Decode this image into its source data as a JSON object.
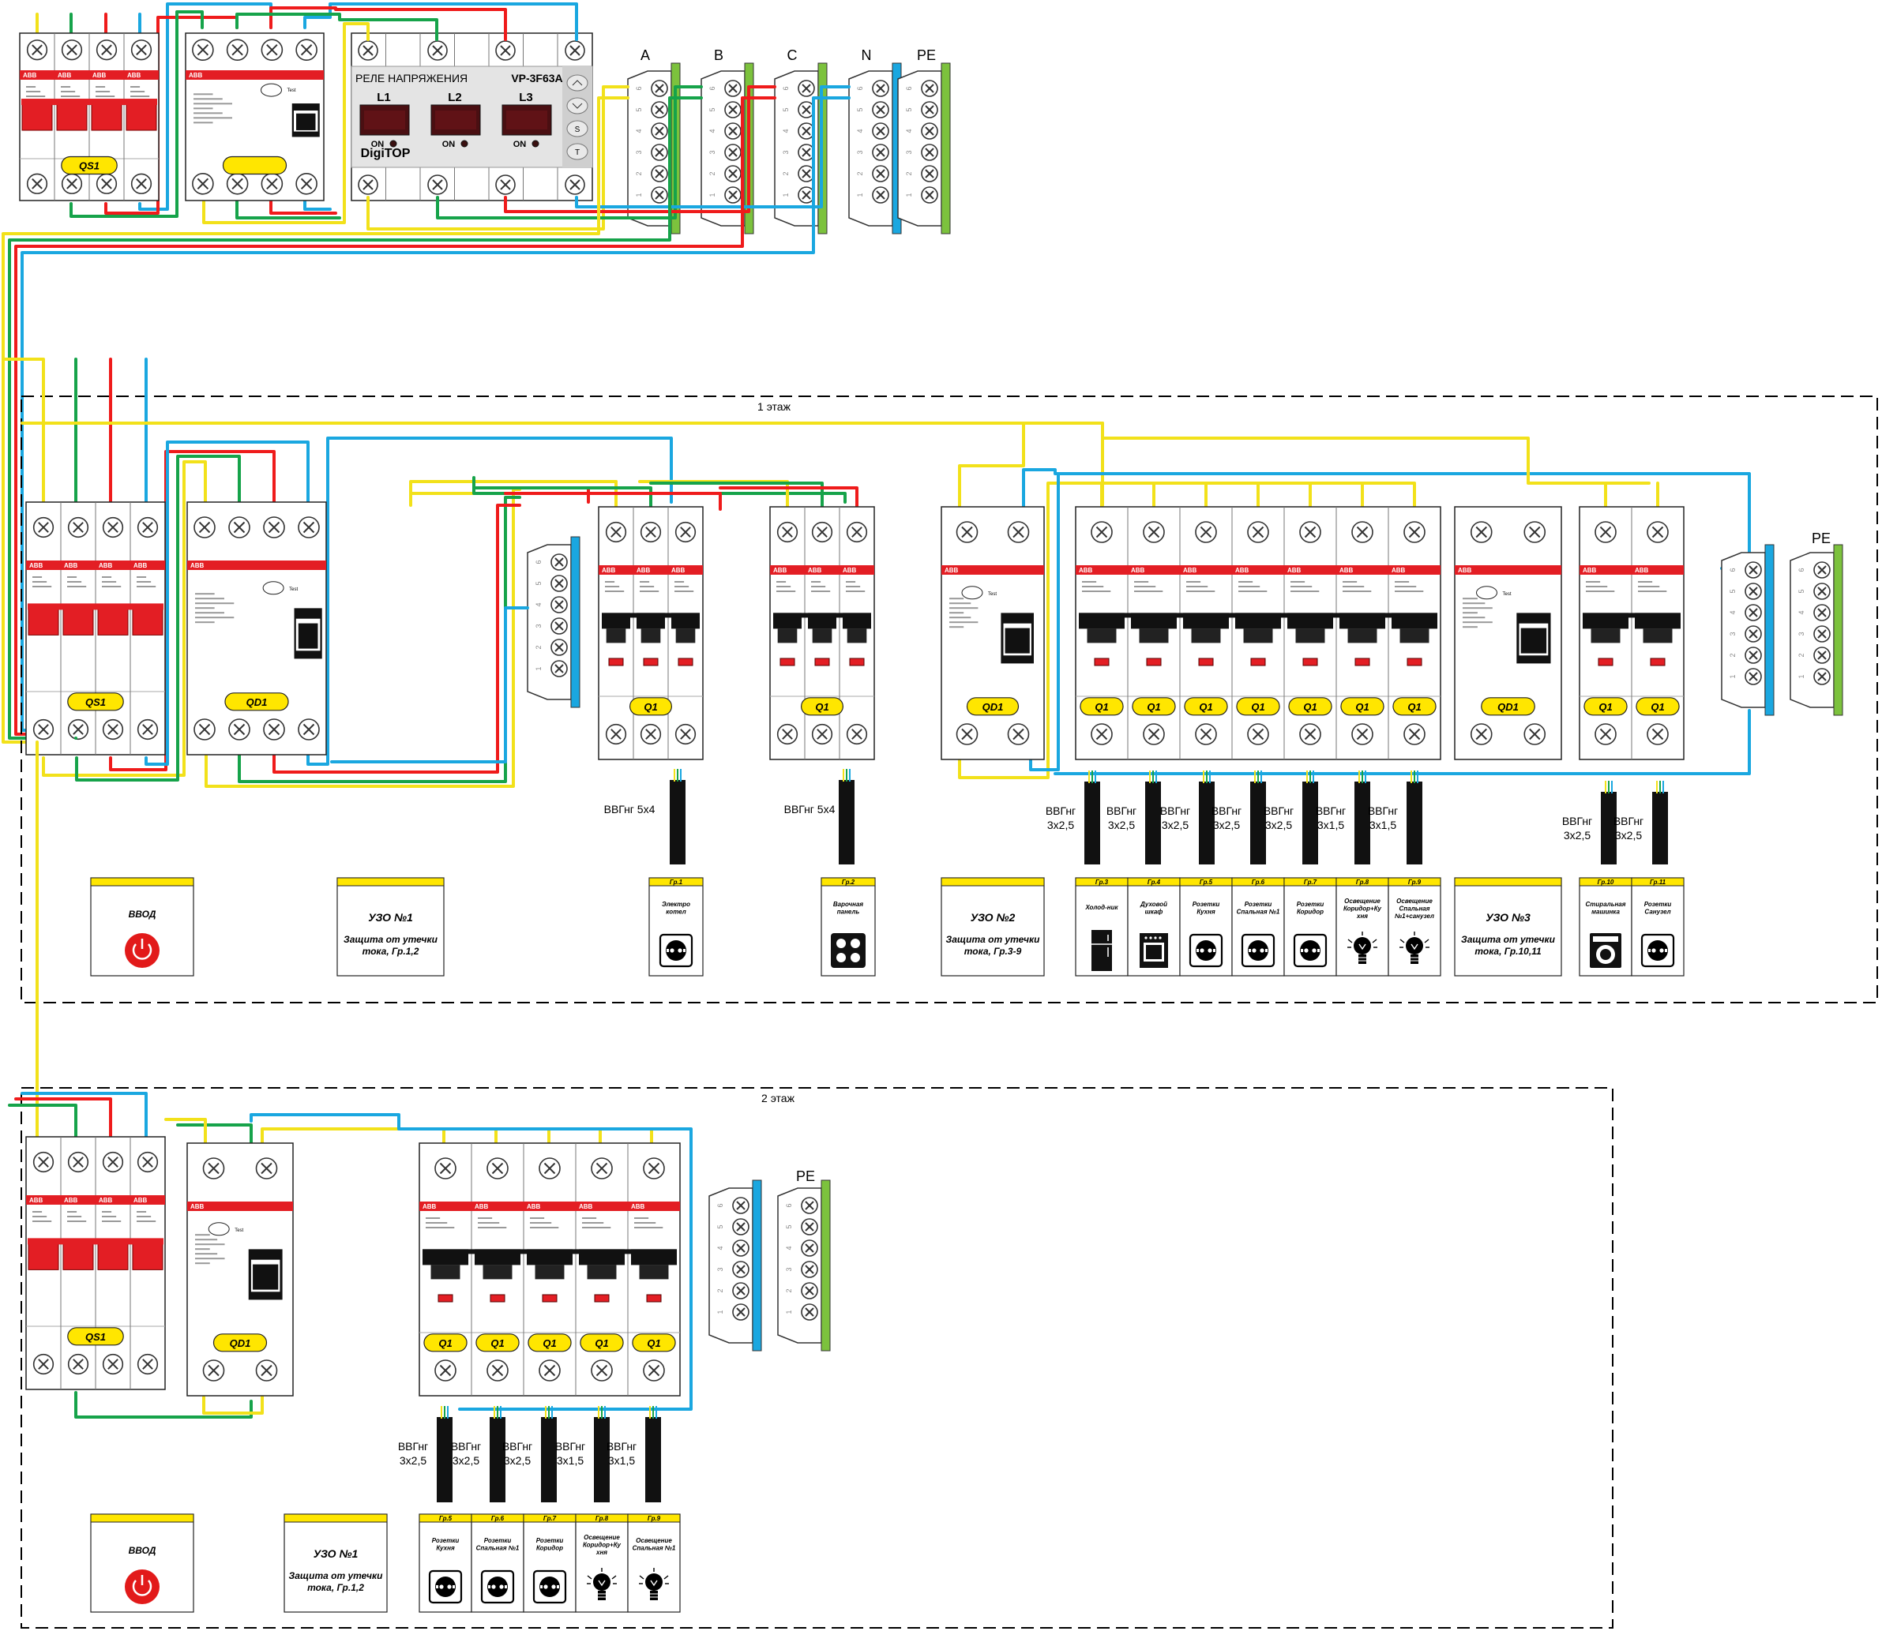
{
  "colors": {
    "L1": "#f2e11a",
    "L2": "#16a34a",
    "L3": "#ef1b1b",
    "N": "#1aa7e0",
    "PE": "#7cc23d",
    "breaker_red": "#e31e24",
    "label_yellow": "#ffe600"
  },
  "relay": {
    "title": "РЕЛЕ НАПРЯЖЕНИЯ",
    "model": "VP-3F63A",
    "brand": "DigiTOP",
    "channels": [
      "L1",
      "L2",
      "L3"
    ],
    "status_label": "ON",
    "keys": [
      "S",
      "T"
    ]
  },
  "top_buses": [
    "A",
    "B",
    "C",
    "N",
    "PE"
  ],
  "bus_numbers": [
    "6",
    "5",
    "4",
    "3",
    "2",
    "1"
  ],
  "pe_label": "PE",
  "brand": "ABB",
  "test_label": "Test",
  "floor1": {
    "title": "1 этаж",
    "labels": {
      "qs": "QS1",
      "qd1": "QD1",
      "qd2": "QD1",
      "qd3": "QD1",
      "q": "Q1"
    },
    "cables": [
      "ВВГнг 5х4",
      "ВВГнг 5х4",
      "ВВГнг\n3х2,5",
      "ВВГнг\n3х2,5",
      "ВВГнг\n3х2,5",
      "ВВГнг\n3х2,5",
      "ВВГнг\n3х2,5",
      "ВВГнг\n3х1,5",
      "ВВГнг\n3х1,5",
      "ВВГнг\n3х2,5",
      "ВВГнг\n3х2,5"
    ],
    "vvod": "ВВОД",
    "uzo1": {
      "title": "УЗО №1",
      "desc": "Защита от утечки\nтока, Гр.1,2"
    },
    "uzo2": {
      "title": "УЗО №2",
      "desc": "Защита от утечки\nтока, Гр.3-9"
    },
    "uzo3": {
      "title": "УЗО №3",
      "desc": "Защита от утечки\nтока, Гр.10,11"
    },
    "groups": [
      {
        "id": "Гр.1",
        "name": "Электро\nкотел",
        "icon": "socket"
      },
      {
        "id": "Гр.2",
        "name": "Варочная\nпанель",
        "icon": "hob"
      },
      {
        "id": "Гр.3",
        "name": "Холод-ник",
        "icon": "fridge"
      },
      {
        "id": "Гр.4",
        "name": "Духовой\nшкаф",
        "icon": "oven"
      },
      {
        "id": "Гр.5",
        "name": "Розетки\nКухня",
        "icon": "socket"
      },
      {
        "id": "Гр.6",
        "name": "Розетки\nСпальная №1",
        "icon": "socket"
      },
      {
        "id": "Гр.7",
        "name": "Розетки\nКоридор",
        "icon": "socket"
      },
      {
        "id": "Гр.8",
        "name": "Освещение\nКоридор+Ку\nхня",
        "icon": "lamp"
      },
      {
        "id": "Гр.9",
        "name": "Освещение\nСпальная\n№1+санузел",
        "icon": "lamp"
      },
      {
        "id": "Гр.10",
        "name": "Стиральная\nмашинка",
        "icon": "washer"
      },
      {
        "id": "Гр.11",
        "name": "Розетки\nСанузел",
        "icon": "socket"
      }
    ]
  },
  "floor2": {
    "title": "2 этаж",
    "labels": {
      "qs": "QS1",
      "qd": "QD1",
      "q": "Q1"
    },
    "cables": [
      "ВВГнг\n3х2,5",
      "ВВГнг\n3х2,5",
      "ВВГнг\n3х2,5",
      "ВВГнг\n3х1,5",
      "ВВГнг\n3х1,5"
    ],
    "vvod": "ВВОД",
    "uzo1": {
      "title": "УЗО №1",
      "desc": "Защита от утечки\nтока, Гр.1,2"
    },
    "groups": [
      {
        "id": "Гр.5",
        "name": "Розетки\nКухня",
        "icon": "socket"
      },
      {
        "id": "Гр.6",
        "name": "Розетки\nСпальная №1",
        "icon": "socket"
      },
      {
        "id": "Гр.7",
        "name": "Розетки\nКоридор",
        "icon": "socket"
      },
      {
        "id": "Гр.8",
        "name": "Освещение\nКоридор+Ку\nхня",
        "icon": "lamp"
      },
      {
        "id": "Гр.9",
        "name": "Освещение\nСпальная №1",
        "icon": "lamp"
      }
    ]
  },
  "top": {
    "labels": {
      "qs": "QS1"
    }
  }
}
